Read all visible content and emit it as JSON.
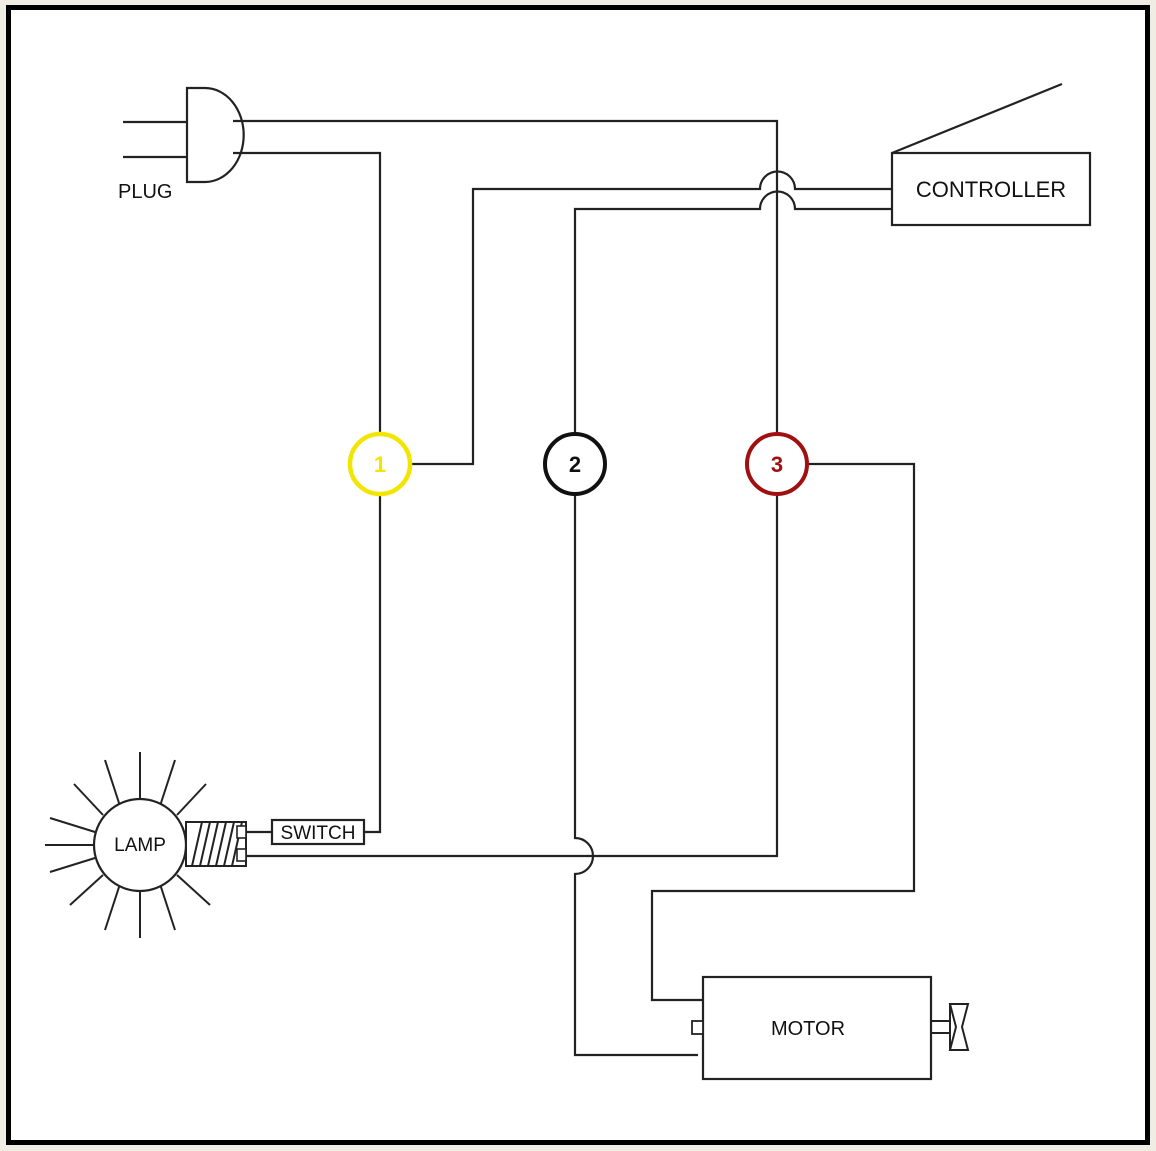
{
  "labels": {
    "plug": "PLUG",
    "controller": "CONTROLLER",
    "switch": "SWITCH",
    "lamp": "LAMP",
    "motor": "MOTOR"
  },
  "nodes": [
    {
      "number": "1",
      "color": "#f2e600"
    },
    {
      "number": "2",
      "color": "#111111"
    },
    {
      "number": "3",
      "color": "#a01010"
    }
  ],
  "colors": {
    "background": "#f0eee4",
    "frame": "#000000",
    "wire": "#222222"
  }
}
